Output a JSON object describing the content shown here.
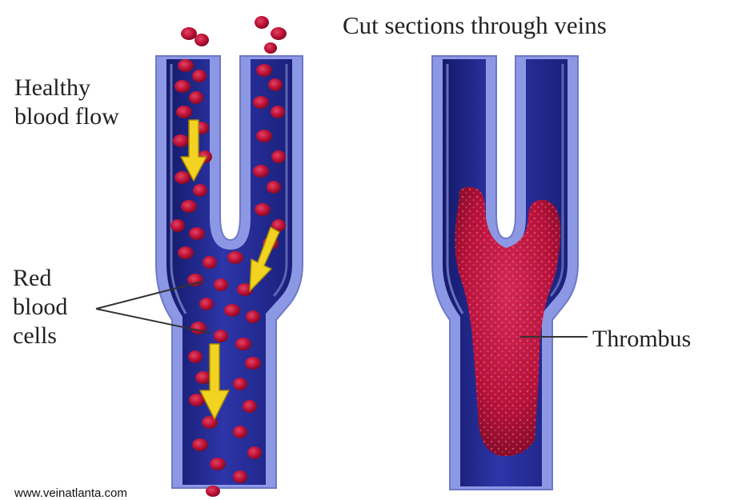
{
  "title": "Cut sections through veins",
  "labels": {
    "healthy_flow": "Healthy\nblood flow",
    "red_blood_cells": "Red\nblood\ncells",
    "thrombus": "Thrombus"
  },
  "watermark": "www.veinatlanta.com",
  "colors": {
    "vein_wall_outer": "#8c98e4",
    "vein_wall_inner": "#aab4f0",
    "lumen": "#2a2f9c",
    "lumen_dark": "#141a6a",
    "red_cell": "#c0133a",
    "red_cell_dark": "#7e0a22",
    "arrow": "#f3d321",
    "thrombus": "#b8123b"
  },
  "icons": {
    "flow_arrow": "flow-arrow-icon"
  }
}
